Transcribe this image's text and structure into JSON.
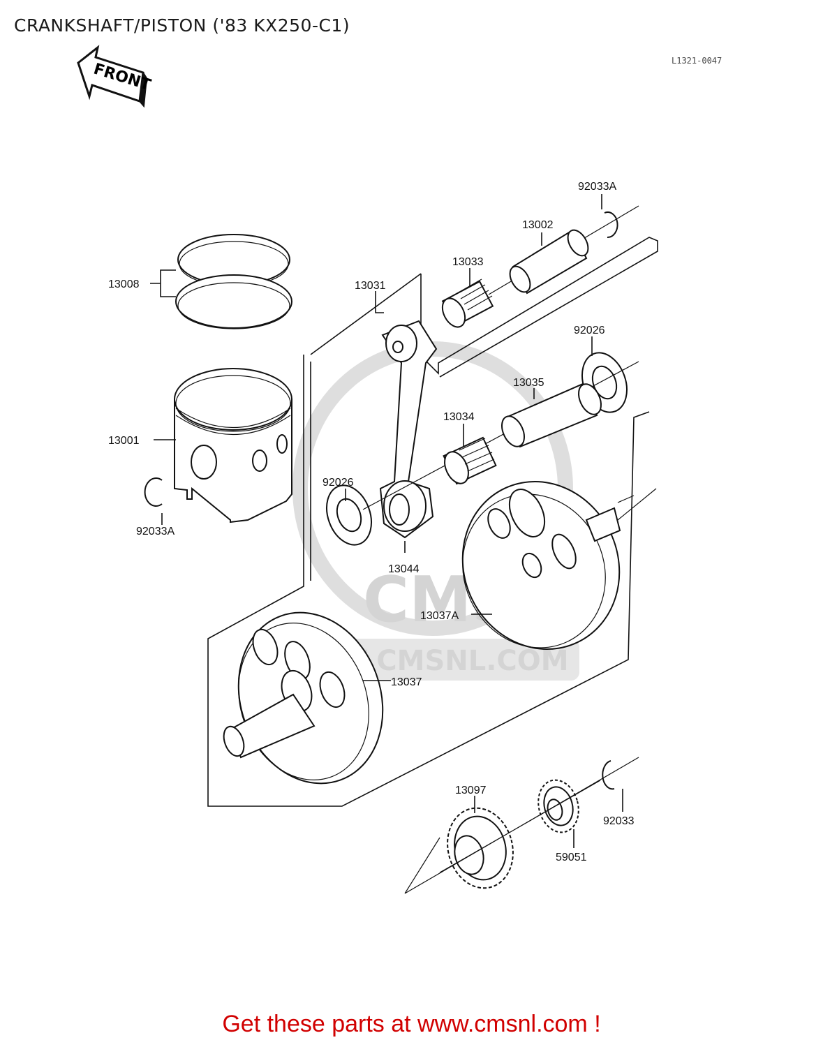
{
  "title": "CRANKSHAFT/PISTON ('83 KX250-C1)",
  "reference_code": "L1321-0047",
  "front_marker": "FRONT",
  "watermark": {
    "logo_text": "CMS",
    "url_text": "WWW.CMSNL.COM"
  },
  "footer_text": "Get these parts at www.cmsnl.com !",
  "callouts": {
    "c13008": "13008",
    "c13001": "13001",
    "c92033A_left": "92033A",
    "c13031": "13031",
    "c13033": "13033",
    "c13002": "13002",
    "c92033A_top": "92033A",
    "c92026_right": "92026",
    "c13035": "13035",
    "c13034": "13034",
    "c92026_left": "92026",
    "c13044": "13044",
    "c13037A": "13037A",
    "c13037": "13037",
    "c13097": "13097",
    "c59051": "59051",
    "c92033": "92033"
  }
}
